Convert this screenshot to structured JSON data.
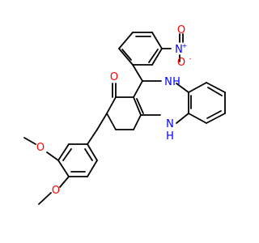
{
  "molecule": {
    "atoms": [
      {
        "id": "o_ketone",
        "label": "O",
        "color": "#ff0000"
      },
      {
        "id": "n_amine_top",
        "label": "N",
        "color": "#0000ff"
      },
      {
        "id": "h_amine_top",
        "label": "H",
        "color": "#0000ff"
      },
      {
        "id": "n_amine_bottom",
        "label": "N",
        "color": "#0000ff"
      },
      {
        "id": "h_amine_bottom",
        "label": "H",
        "color": "#0000ff"
      },
      {
        "id": "n_nitro",
        "label": "N",
        "color": "#0000ff"
      },
      {
        "id": "o_nitro_a",
        "label": "O",
        "color": "#ff0000"
      },
      {
        "id": "o_nitro_b",
        "label": "O",
        "color": "#ff0000"
      },
      {
        "id": "o_methoxy_a",
        "label": "O",
        "color": "#ff0000"
      },
      {
        "id": "o_methoxy_b",
        "label": "O",
        "color": "#ff0000"
      }
    ],
    "charges": [
      {
        "id": "plus",
        "label": "+",
        "color": "#0000ff"
      },
      {
        "id": "minus",
        "label": "-",
        "color": "#ff0000"
      }
    ]
  }
}
